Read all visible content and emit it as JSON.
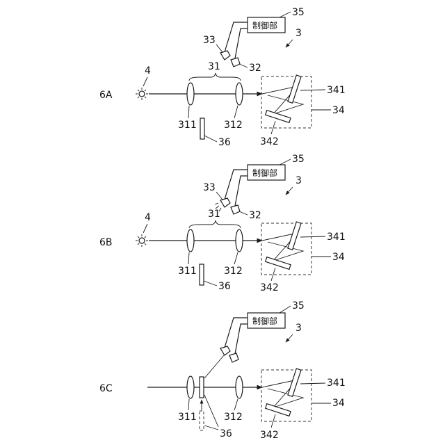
{
  "panels": [
    {
      "panel_label": "6A",
      "labels": {
        "controller": "制御部",
        "n35": "35",
        "n3": "3",
        "n33": "33",
        "n32": "32",
        "n31": "31",
        "n4": "4",
        "n311": "311",
        "n312": "312",
        "n341": "341",
        "n34": "34",
        "n36": "36",
        "n342": "342"
      }
    },
    {
      "panel_label": "6B",
      "labels": {
        "controller": "制御部",
        "n35": "35",
        "n3": "3",
        "n33": "33",
        "n32": "32",
        "n31": "31",
        "n4": "4",
        "n311": "311",
        "n312": "312",
        "n341": "341",
        "n34": "34",
        "n36": "36",
        "n342": "342"
      }
    },
    {
      "panel_label": "6C",
      "labels": {
        "controller": "制御部",
        "n35": "35",
        "n3": "3",
        "n311": "311",
        "n312": "312",
        "n341": "341",
        "n34": "34",
        "n36": "36",
        "n342": "342"
      }
    }
  ]
}
